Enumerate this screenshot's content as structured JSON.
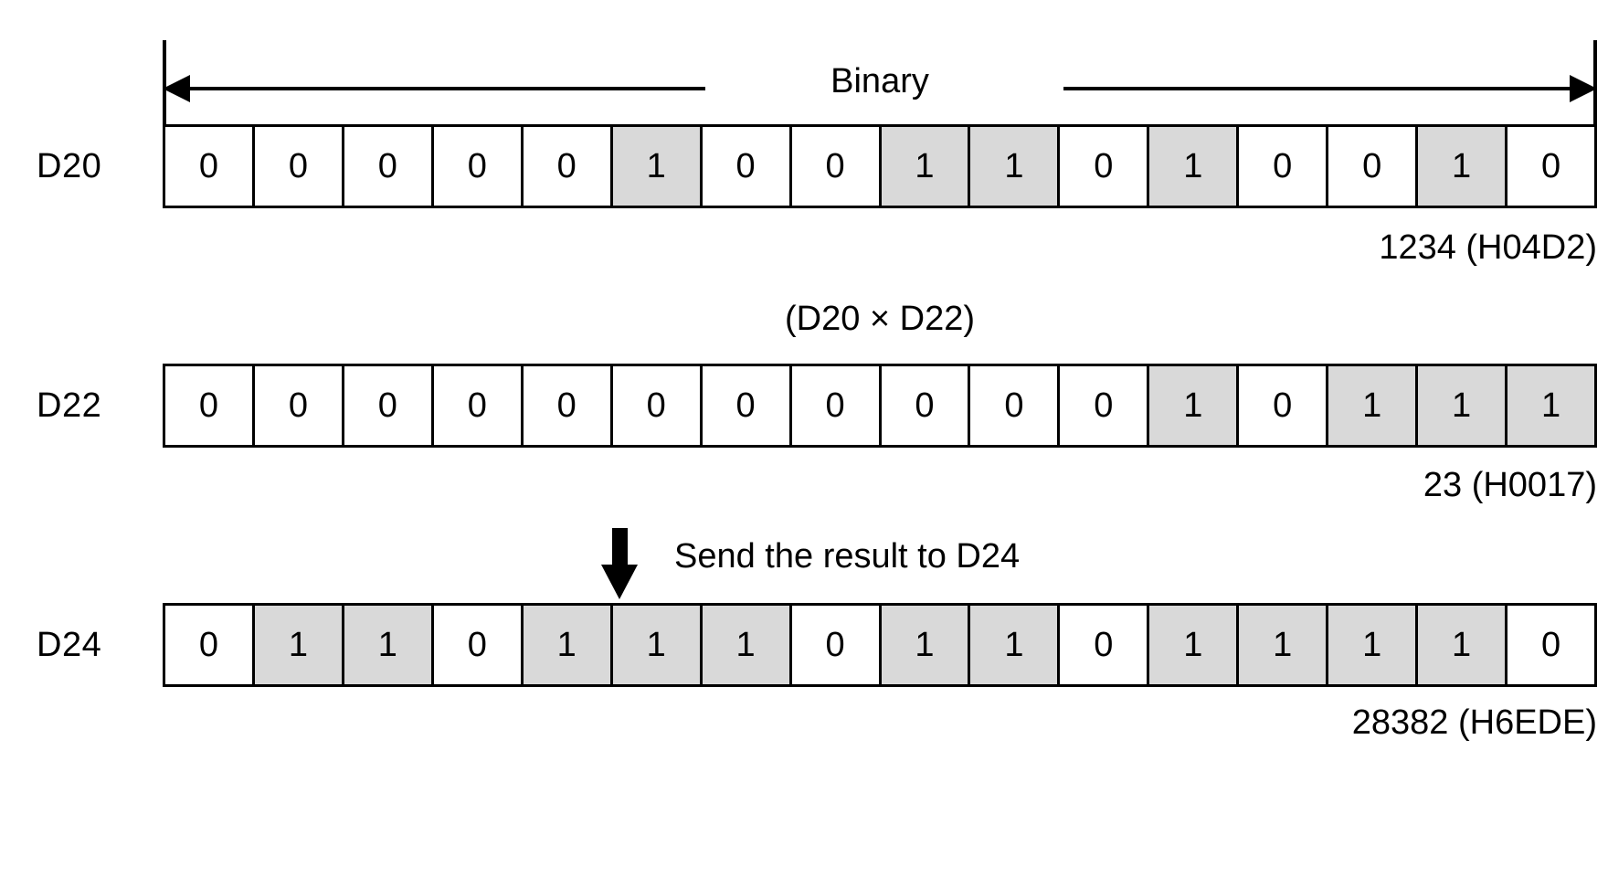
{
  "diagram": {
    "span_label": "Binary",
    "operation_label": "(D20 × D22)",
    "send_note": "Send the result to D24",
    "colors": {
      "bit_on_fill": "#d9d9d9",
      "bit_off_fill": "#ffffff",
      "stroke": "#000000",
      "background": "#ffffff"
    }
  },
  "registers": [
    {
      "name": "D20",
      "bits": [
        0,
        0,
        0,
        0,
        0,
        1,
        0,
        0,
        1,
        1,
        0,
        1,
        0,
        0,
        1,
        0
      ],
      "decimal": "1234",
      "hex": "H04D2",
      "caption": "1234 (H04D2)"
    },
    {
      "name": "D22",
      "bits": [
        0,
        0,
        0,
        0,
        0,
        0,
        0,
        0,
        0,
        0,
        0,
        1,
        0,
        1,
        1,
        1
      ],
      "decimal": "23",
      "hex": "H0017",
      "caption": "23 (H0017)"
    },
    {
      "name": "D24",
      "bits": [
        0,
        1,
        1,
        0,
        1,
        1,
        1,
        0,
        1,
        1,
        0,
        1,
        1,
        1,
        1,
        0
      ],
      "decimal": "28382",
      "hex": "H6EDE",
      "caption": "28382 (H6EDE)"
    }
  ],
  "bit_text": {
    "zero": "0",
    "one": "1"
  }
}
